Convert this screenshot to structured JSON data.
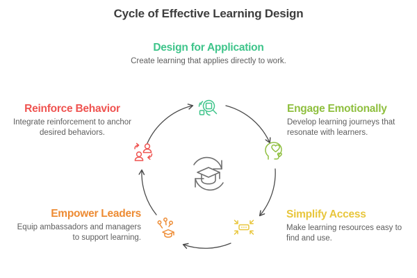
{
  "page": {
    "title": "Cycle of Effective Learning Design",
    "background": "#ffffff"
  },
  "colors": {
    "green": "#3ec48a",
    "yellow_green": "#8fbf3f",
    "gold": "#e8c63c",
    "orange": "#ed8b33",
    "red": "#ef5350",
    "arrow": "#4a4a4a",
    "body_text": "#5d5d5d",
    "title_text": "#3d3d3d"
  },
  "diagram": {
    "type": "cycle",
    "direction": "clockwise",
    "center": {
      "icon": "graduation-cap-refresh-cycle-icon",
      "color": "#6e6e6e"
    },
    "nodes": [
      {
        "id": "design-for-application",
        "title": "Design for Application",
        "desc": "Create learning that applies directly to work.",
        "color": "#3ec48a",
        "icon": "magnifier-target-icon",
        "position": "top"
      },
      {
        "id": "engage-emotionally",
        "title": "Engage Emotionally",
        "desc": "Develop learning journeys that resonate with learners.",
        "color": "#8fbf3f",
        "icon": "head-with-heart-icon",
        "position": "right-upper"
      },
      {
        "id": "simplify-access",
        "title": "Simplify Access",
        "desc": "Make learning resources easy to find and use.",
        "color": "#e8c63c",
        "icon": "expand-arrows-access-icon",
        "position": "right-lower"
      },
      {
        "id": "empower-leaders",
        "title": "Empower Leaders",
        "desc": "Equip ambassadors and managers to support learning.",
        "color": "#ed8b33",
        "icon": "graduation-cap-network-icon",
        "position": "left-lower"
      },
      {
        "id": "reinforce-behavior",
        "title": "Reinforce Behavior",
        "desc": "Integrate reinforcement to anchor desired behaviors.",
        "color": "#ef5350",
        "icon": "two-people-arrows-icon",
        "position": "left-upper"
      }
    ]
  }
}
